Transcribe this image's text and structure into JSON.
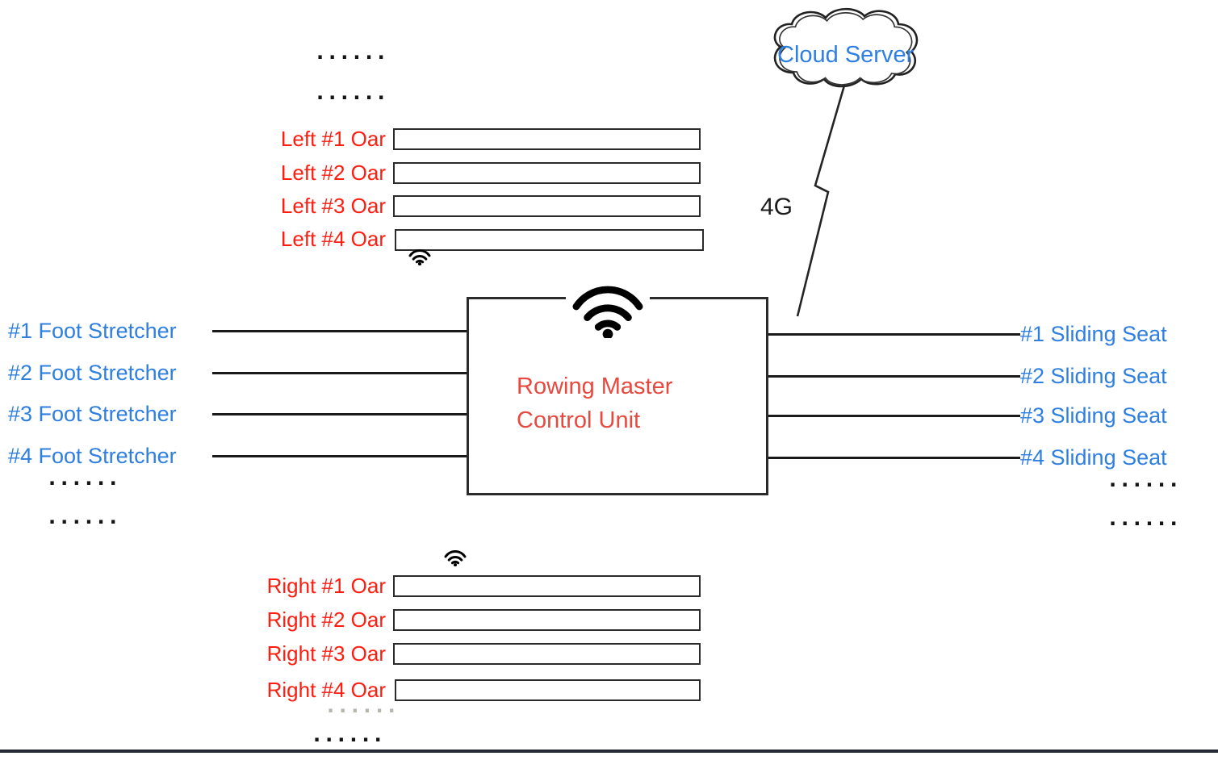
{
  "center_unit": {
    "line1": "Rowing Master",
    "line2": "Control Unit"
  },
  "cloud": {
    "label": "Cloud Server"
  },
  "network": {
    "label": "4G"
  },
  "left_oars": [
    "Left #1 Oar",
    "Left #2 Oar",
    "Left #3 Oar",
    "Left #4 Oar"
  ],
  "right_oars": [
    "Right #1 Oar",
    "Right #2 Oar",
    "Right #3 Oar",
    "Right #4 Oar"
  ],
  "foot_stretchers": [
    "#1 Foot Stretcher",
    "#2 Foot Stretcher",
    "#3 Foot Stretcher",
    "#4 Foot Stretcher"
  ],
  "sliding_seats": [
    "#1 Sliding Seat",
    "#2 Sliding Seat",
    "#3 Sliding Seat",
    "#4 Sliding Seat"
  ],
  "ellipsis": "......",
  "icons": {
    "wifi": "wifi-icon",
    "cloud": "cloud-shape"
  },
  "colors": {
    "oar_label": "#ff1d10",
    "unit_label": "#e8493e",
    "blue_label": "#2e7fe0",
    "line": "#1a1a1a"
  }
}
